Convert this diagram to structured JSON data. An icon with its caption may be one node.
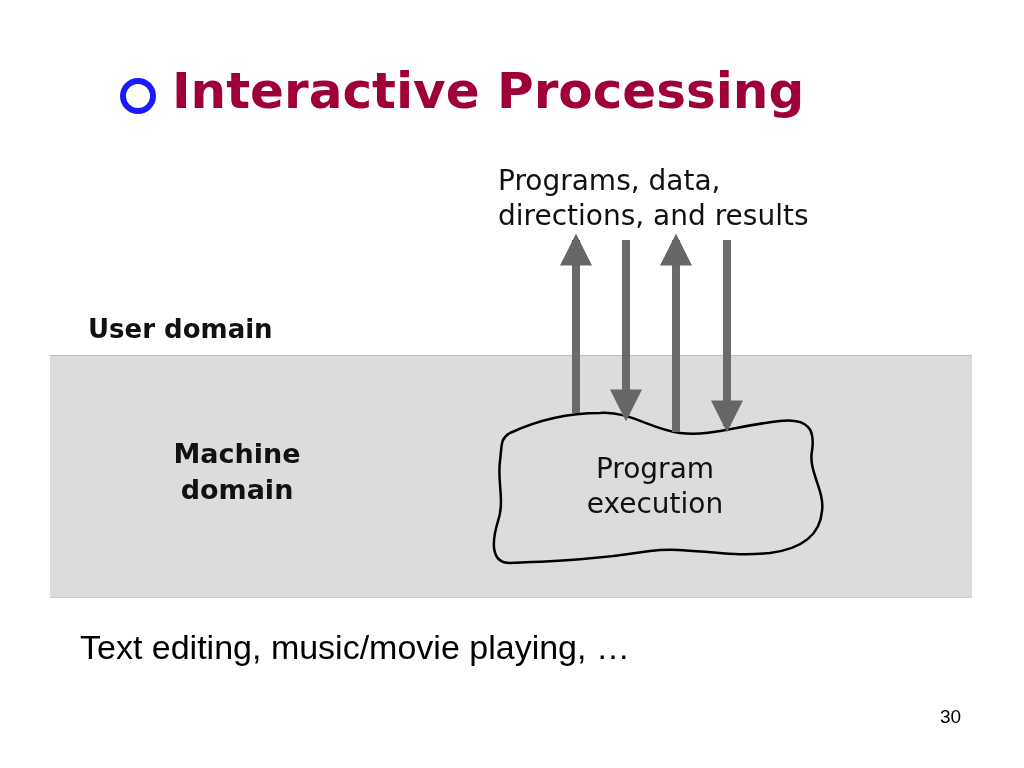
{
  "diagram": {
    "title": "Interactive Processing",
    "nodes": [
      {
        "text": [
          "Programs, data, directions, and results"
        ]
      },
      {
        "text": [
          "Machine domain"
        ]
      },
      {
        "text": [
          "Program execution"
        ],
        "in": 1
      }
    ],
    "edges": [
      {
        "from": 2,
        "to": 0,
        "arrow": "to"
      },
      {
        "from": 0,
        "to": 2,
        "arrow": "to"
      },
      {
        "from": 2,
        "to": 0,
        "arrow": "to"
      },
      {
        "from": 0,
        "to": 2,
        "arrow": "to"
      }
    ],
    "labels": [
      "User domain",
      "Text editing, music/movie playing, …",
      "30"
    ]
  }
}
